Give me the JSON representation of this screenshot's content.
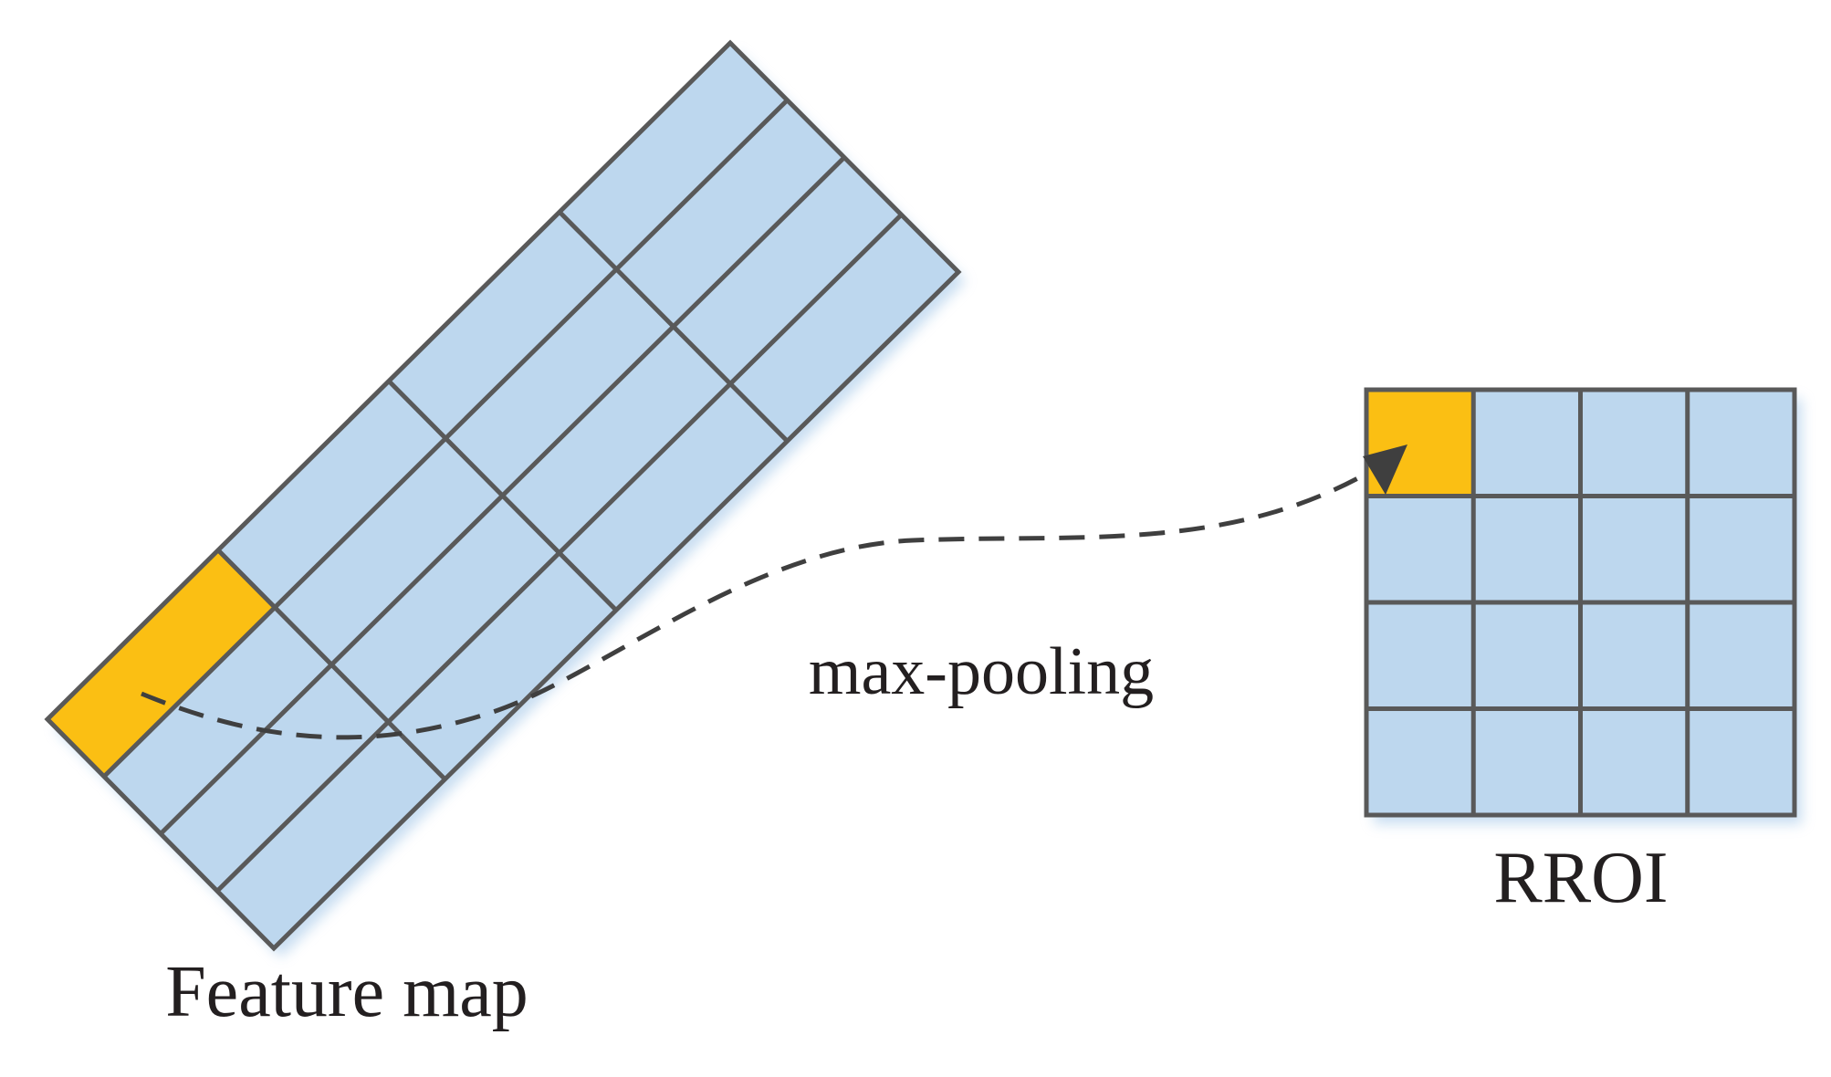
{
  "labels": {
    "feature_map": "Feature map",
    "operation": "max-pooling",
    "rroi": "RROI"
  },
  "feature_map": {
    "rows": 4,
    "cols": 4,
    "highlight_cell": [
      0,
      0
    ]
  },
  "rroi": {
    "rows": 4,
    "cols": 4,
    "highlight_cell": [
      0,
      0
    ]
  },
  "colors": {
    "cell_fill": "#bdd7ee",
    "highlight_fill": "#fbbf13",
    "grid_line": "#595959",
    "arrow": "#3f3f3f",
    "shadow": "#9dc3e6"
  },
  "icons": {
    "arrow_head": "arrow-head-icon"
  }
}
